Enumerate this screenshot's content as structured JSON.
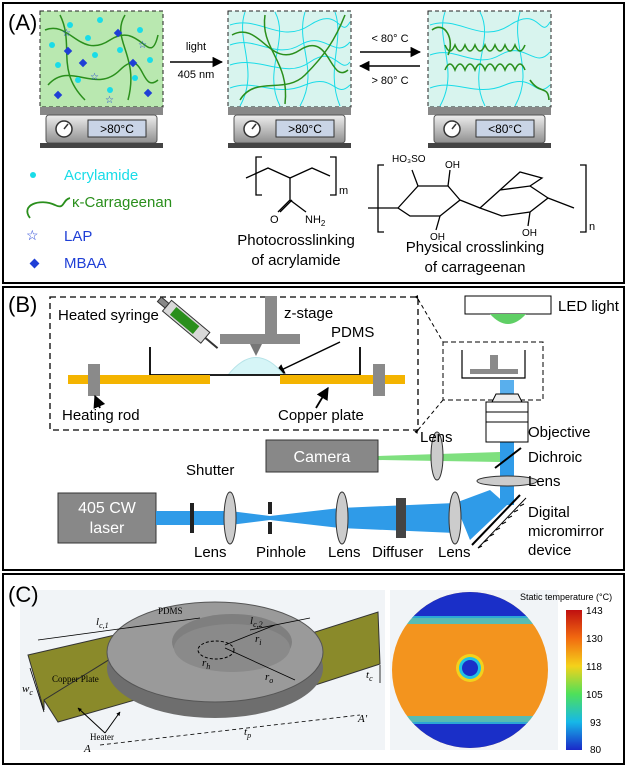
{
  "panelA": {
    "label": "(A)",
    "arrow1_top": "light",
    "arrow1_bottom": "405 nm",
    "arrow2_top": "< 80° C",
    "arrow2_bottom": "> 80° C",
    "temp1": ">80°C",
    "temp2": ">80°C",
    "temp3": "<80°C",
    "legend": {
      "acrylamide": "Acrylamide",
      "carrageenan": "κ-Carrageenan",
      "lap": "LAP",
      "mbaa": "MBAA"
    },
    "chem1_m": "m",
    "chem1_o": "O",
    "chem1_nh2": "NH",
    "chem1_sub2": "2",
    "chem2_ho3so": "HO₃SO",
    "chem2_oh1": "OH",
    "chem2_oh2": "OH",
    "chem2_oh3": "OH",
    "chem2_n": "n",
    "caption1_l1": "Photocrosslinking",
    "caption1_l2": "of acrylamide",
    "caption2_l1": "Physical crosslinking",
    "caption2_l2": "of carrageenan",
    "colors": {
      "cyan": "#19dce8",
      "green": "#2a8f1c",
      "blue": "#1f3fd6"
    }
  },
  "panelB": {
    "label": "(B)",
    "heated_syringe": "Heated syringe",
    "z_stage": "z-stage",
    "pdms": "PDMS",
    "heating_rod": "Heating rod",
    "copper_plate": "Copper plate",
    "led_light": "LED light",
    "objective": "Objective",
    "lens_upper": "Lens",
    "dichroic": "Dichroic",
    "lens_right": "Lens",
    "camera": "Camera",
    "shutter": "Shutter",
    "laser_l1": "405 CW",
    "laser_l2": "laser",
    "lens1": "Lens",
    "pinhole": "Pinhole",
    "lens2": "Lens",
    "diffuser": "Diffuser",
    "lens3": "Lens",
    "dmd_l1": "Digital",
    "dmd_l2": "micromirror",
    "dmd_l3": "device",
    "colors": {
      "beam": "#2f9be8",
      "copper": "#f4b400",
      "green_beam": "#7fe07f"
    }
  },
  "panelC": {
    "label": "(C)",
    "pdms": "PDMS",
    "copper_plate": "Copper Plate",
    "heater": "Heater",
    "lc1": "l",
    "lc1_sub": "c,1",
    "lc2": "l",
    "lc2_sub": "c,2",
    "ri": "r",
    "ri_sub": "i",
    "rh": "r",
    "rh_sub": "h",
    "ro": "r",
    "ro_sub": "o",
    "wc": "w",
    "wc_sub": "c",
    "tc": "t",
    "tc_sub": "c",
    "tp": "t",
    "tp_sub": "p",
    "A": "A",
    "A_prime": "A'",
    "colorbar_title": "Static temperature (°C)",
    "colorbar_ticks": [
      "143",
      "130",
      "118",
      "105",
      "93",
      "80"
    ],
    "colors": {
      "copper": "#8a8a2a",
      "pdms": "#8c8c8c"
    }
  }
}
